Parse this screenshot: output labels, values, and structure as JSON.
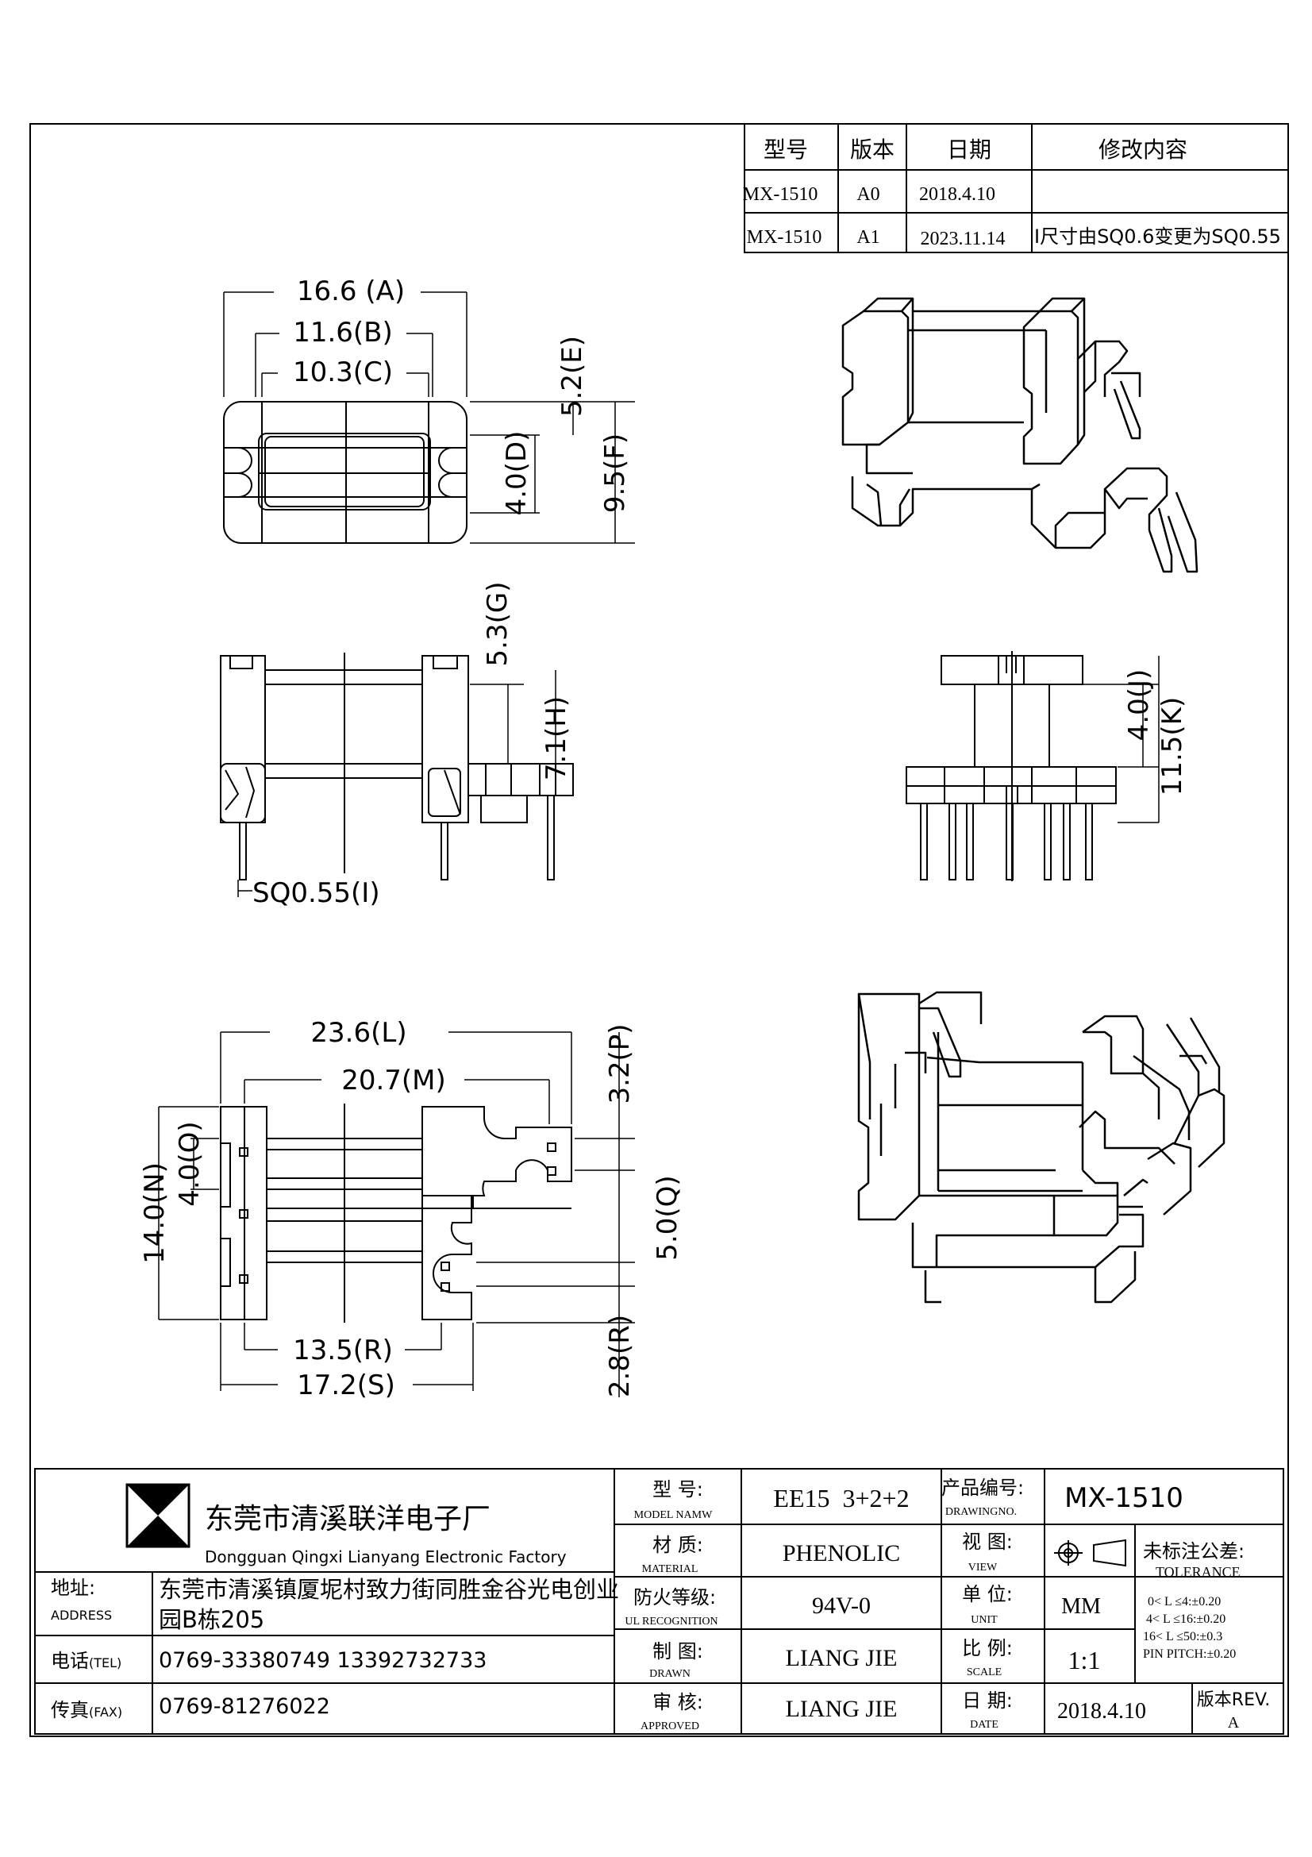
{
  "revision_table": {
    "headers": [
      "型号",
      "版本",
      "日期",
      "修改内容"
    ],
    "rows": [
      [
        "MX-1510",
        "A0",
        "2018.4.10",
        ""
      ],
      [
        "MX-1510",
        "A1",
        "2023.11.14",
        "I尺寸由SQ0.6变更为SQ0.55"
      ]
    ]
  },
  "dimensions": {
    "A": "16.6 (A)",
    "B": "11.6(B)",
    "C": "10.3(C)",
    "E": "5.2(E)",
    "D": "4.0(D)",
    "F": "9.5(F)",
    "G": "5.3(G)",
    "H": "7.1(H)",
    "I": "SQ0.55(I)",
    "J": "4.0(J)",
    "K": "11.5(K)",
    "L": "23.6(L)",
    "M": "20.7(M)",
    "P": "3.2(P)",
    "N": "14.0(N)",
    "O": "4.0(O)",
    "Q": "5.0(Q)",
    "R": "13.5(R)",
    "R2": "2.8(R)",
    "S": "17.2(S)"
  },
  "company": {
    "name": "东莞市清溪联洋电子厂",
    "name_en": "Dongguan Qingxi Lianyang Electronic Factory",
    "address_label": "地址:",
    "address_label_en": "ADDRESS",
    "address_line1": "东莞市清溪镇厦坭村致力街同胜金谷光电创业",
    "address_line2": "园B栋205",
    "tel_label": "电话",
    "tel_label_en": "(TEL)",
    "tel": "0769-33380749   13392732733",
    "fax_label": "传真",
    "fax_label_en": "(FAX)",
    "fax": "0769-81276022"
  },
  "title_block": {
    "model_label": "型 号:",
    "model_label_en": "MODEL NAMW",
    "model": "EE15  3+2+2",
    "drawing_no_label": "产品编号:",
    "drawing_no_label_en": "DRAWINGNO.",
    "drawing_no": "MX-1510",
    "material_label": "材 质:",
    "material_label_en": "MATERIAL",
    "material": "PHENOLIC",
    "view_label": "视 图:",
    "view_label_en": "VIEW",
    "ul_label": "防火等级:",
    "ul_label_en": "UL RECOGNITION",
    "ul": "94V-0",
    "unit_label": "单 位:",
    "unit_label_en": "UNIT",
    "unit": "MM",
    "drawn_label": "制 图:",
    "drawn_label_en": "DRAWN",
    "drawn": "LIANG JIE",
    "scale_label": "比 例:",
    "scale_label_en": "SCALE",
    "scale": "1:1",
    "approved_label": "审 核:",
    "approved_label_en": "APPROVED",
    "approved": "LIANG JIE",
    "date_label": "日 期:",
    "date_label_en": "DATE",
    "date": "2018.4.10",
    "rev_label": "版本REV.",
    "rev": "A",
    "tolerance_title": "未标注公差:",
    "tolerance_title_en": "TOLERANCE",
    "tolerance_lines": [
      "0< L ≤4:±0.20",
      "4< L ≤16:±0.20",
      "16< L ≤50:±0.3",
      "PIN PITCH:±0.20"
    ]
  }
}
